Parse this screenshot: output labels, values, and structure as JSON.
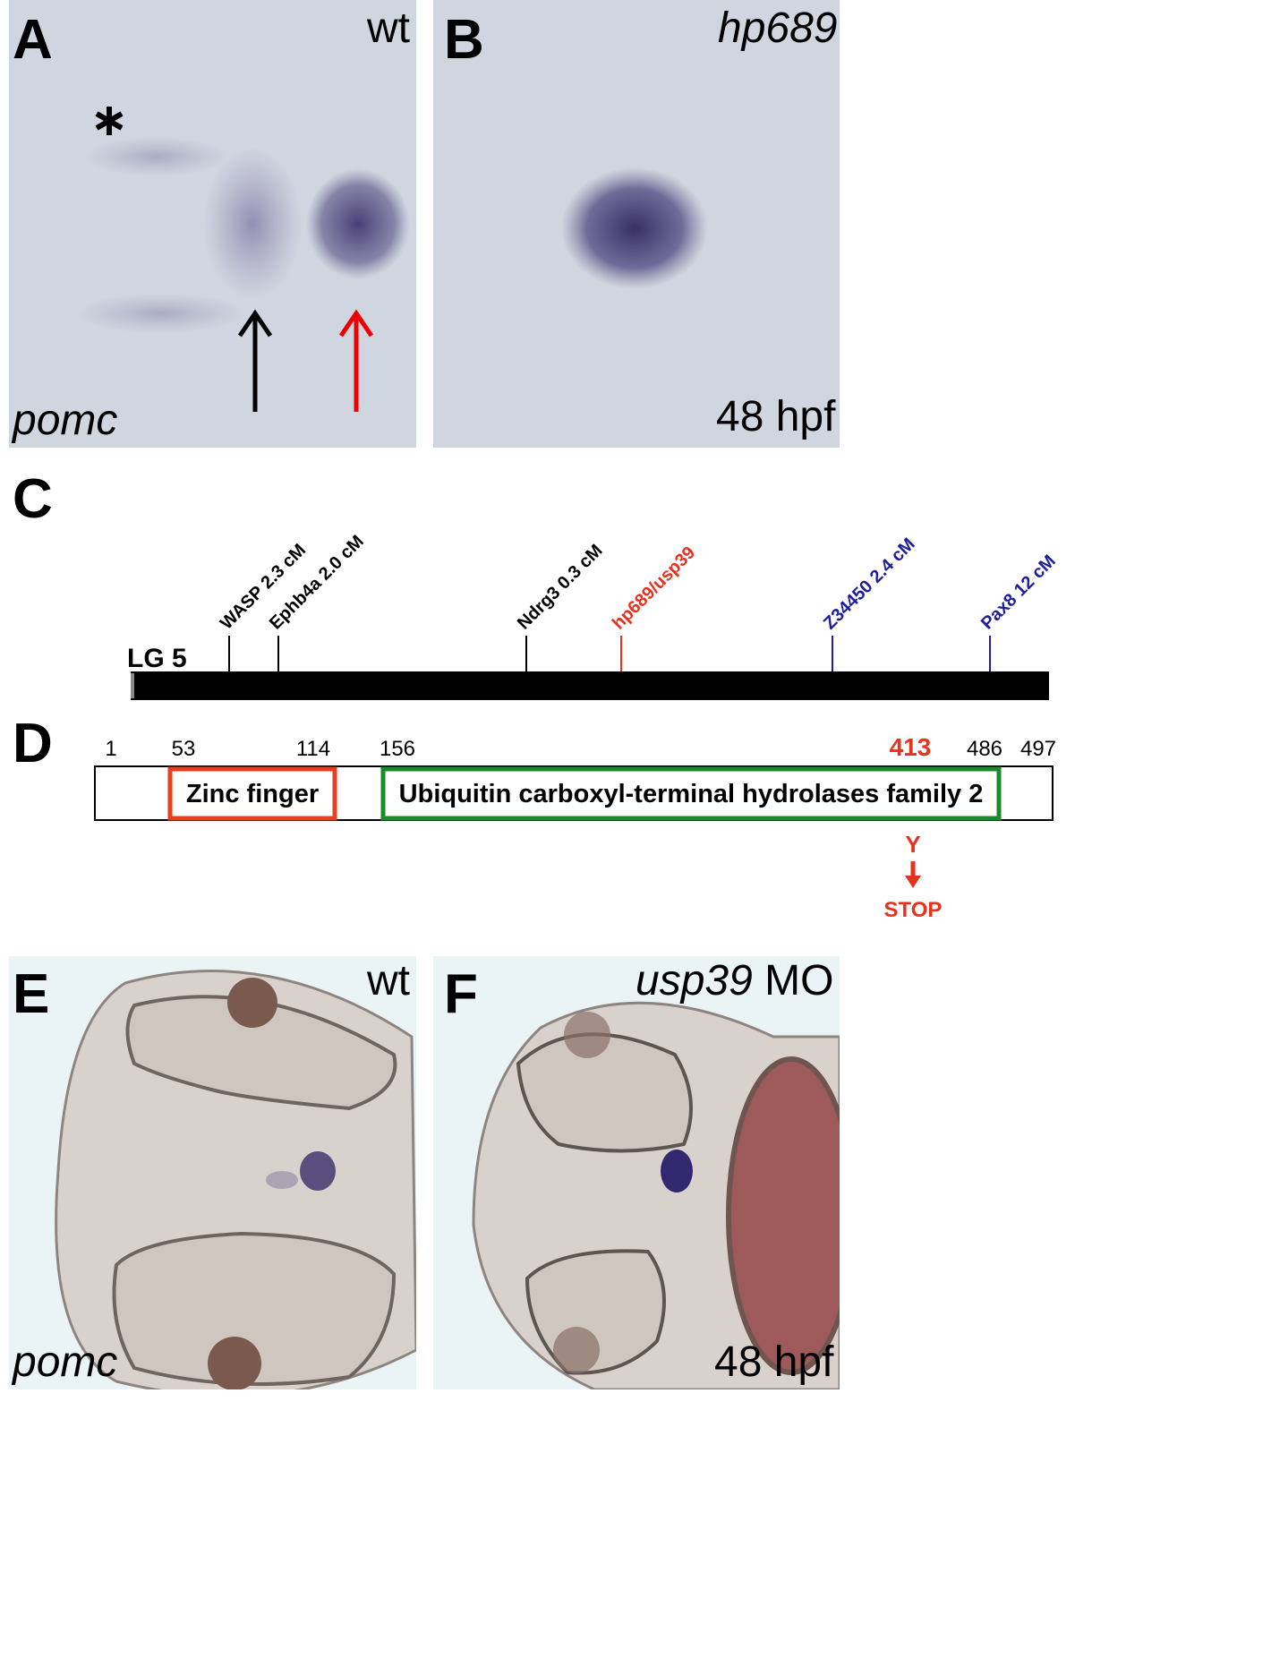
{
  "panels": {
    "A": {
      "letter": "A",
      "genotype": "wt",
      "gene": "pomc"
    },
    "B": {
      "letter": "B",
      "genotype": "hp689",
      "stage": "48 hpf"
    },
    "C": {
      "letter": "C",
      "chromosome": "LG 5",
      "markers": [
        {
          "label": "WASP 2.3 cM",
          "color": "#000000"
        },
        {
          "label": "Ephb4a 2.0 cM",
          "color": "#000000"
        },
        {
          "label": "Ndrg3 0.3 cM",
          "color": "#000000"
        },
        {
          "label": "hp689/usp39",
          "color": "#e8311f"
        },
        {
          "label": "Z34450 2.4 cM",
          "color": "#1e1e9c"
        },
        {
          "label": "Pax8 12 cM",
          "color": "#1e1e9c"
        }
      ]
    },
    "D": {
      "letter": "D",
      "positions": [
        "1",
        "53",
        "114",
        "156",
        "413",
        "486",
        "497"
      ],
      "domain_zinc": "Zinc finger",
      "domain_ubiquitin": "Ubiquitin carboxyl-terminal hydrolases family 2",
      "mutation_from": "Y",
      "mutation_to": "STOP",
      "colors": {
        "zinc": "#e8401f",
        "ubiquitin": "#1c8a2a",
        "mutation": "#e8311f"
      }
    },
    "E": {
      "letter": "E",
      "genotype": "wt",
      "gene": "pomc"
    },
    "F": {
      "letter": "F",
      "genotype_gene": "usp39",
      "genotype_suffix": " MO",
      "stage": "48 hpf"
    }
  }
}
